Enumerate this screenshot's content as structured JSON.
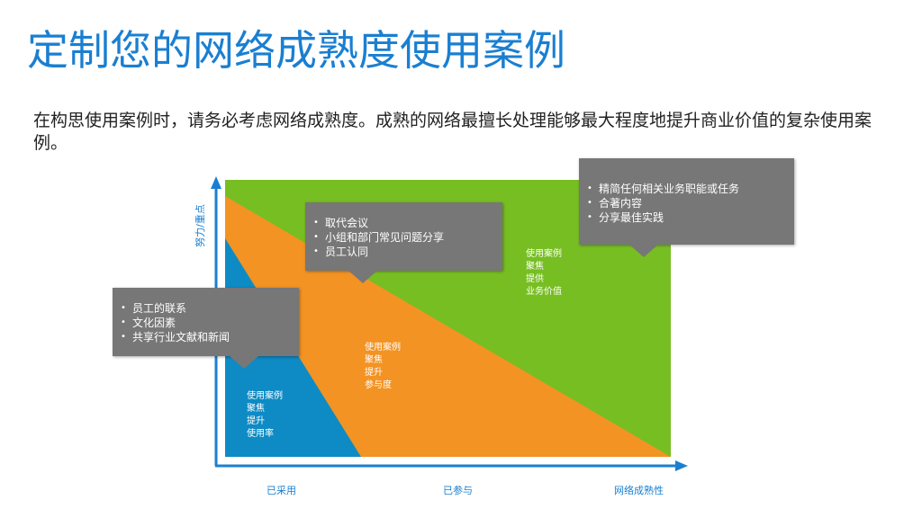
{
  "title": "定制您的网络成熟度使用案例",
  "intro": "在构思使用案例时，请务必考虑网络成熟度。成熟的网络最擅长处理能够最大程度地提升商业价值的复杂使用案例。",
  "colors": {
    "accent": "#1a7fd1",
    "zone_blue": "#0e8bc4",
    "zone_orange": "#f39323",
    "zone_green": "#77be22",
    "callout": "#777777"
  },
  "axes": {
    "y_title": "努力/重点",
    "x_title": "网络成熟性",
    "x_ticks": [
      "已采用",
      "已参与"
    ]
  },
  "zones": [
    {
      "lines": [
        "使用案例",
        "聚焦",
        "提升",
        "使用率"
      ]
    },
    {
      "lines": [
        "使用案例",
        "聚焦",
        "提升",
        "参与度"
      ]
    },
    {
      "lines": [
        "使用案例",
        "聚焦",
        "提供",
        "业务价值"
      ]
    }
  ],
  "callouts": [
    {
      "items": [
        "员工的联系",
        "文化因素",
        "共享行业文献和新闻"
      ]
    },
    {
      "items": [
        "取代会议",
        "小组和部门常见问题分享",
        "员工认同"
      ]
    },
    {
      "items": [
        "精简任何相关业务职能或任务",
        "合著内容",
        "分享最佳实践"
      ]
    }
  ]
}
